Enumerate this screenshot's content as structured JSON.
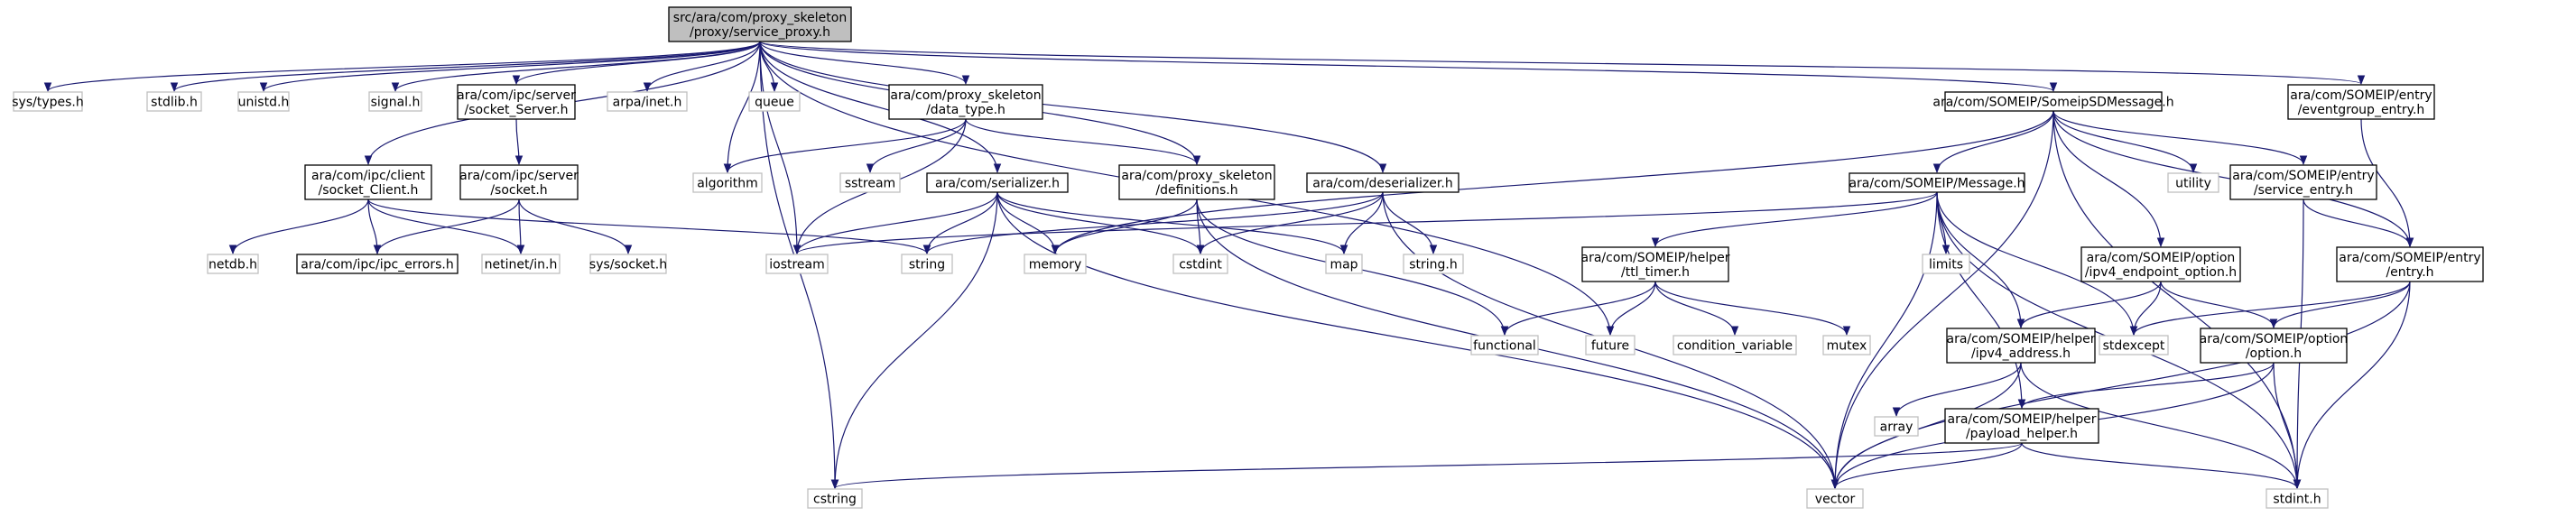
{
  "graph": {
    "colors": {
      "edge": "#191970",
      "root_fill": "#bfbfbf",
      "box_border": "#000000",
      "system_border": "#bfbfbf"
    },
    "nodes": [
      {
        "id": "root",
        "kind": "root",
        "lines": [
          "src/ara/com/proxy_skeleton",
          "/proxy/service_proxy.h"
        ]
      },
      {
        "id": "sys_types",
        "kind": "sys",
        "lines": [
          "sys/types.h"
        ]
      },
      {
        "id": "stdlib",
        "kind": "sys",
        "lines": [
          "stdlib.h"
        ]
      },
      {
        "id": "unistd",
        "kind": "sys",
        "lines": [
          "unistd.h"
        ]
      },
      {
        "id": "signal",
        "kind": "sys",
        "lines": [
          "signal.h"
        ]
      },
      {
        "id": "socket_server",
        "kind": "file",
        "lines": [
          "ara/com/ipc/server",
          "/socket_Server.h"
        ]
      },
      {
        "id": "arpa_inet",
        "kind": "sys",
        "lines": [
          "arpa/inet.h"
        ]
      },
      {
        "id": "queue",
        "kind": "sys",
        "lines": [
          "queue"
        ]
      },
      {
        "id": "data_type",
        "kind": "file",
        "lines": [
          "ara/com/proxy_skeleton",
          "/data_type.h"
        ]
      },
      {
        "id": "someip_sd",
        "kind": "file",
        "lines": [
          "ara/com/SOMEIP/SomeipSDMessage.h"
        ]
      },
      {
        "id": "eventgroup_entry",
        "kind": "file",
        "lines": [
          "ara/com/SOMEIP/entry",
          "/eventgroup_entry.h"
        ]
      },
      {
        "id": "socket_client",
        "kind": "file",
        "lines": [
          "ara/com/ipc/client",
          "/socket_Client.h"
        ]
      },
      {
        "id": "server_socket",
        "kind": "file",
        "lines": [
          "ara/com/ipc/server",
          "/socket.h"
        ]
      },
      {
        "id": "algorithm",
        "kind": "sys",
        "lines": [
          "algorithm"
        ]
      },
      {
        "id": "sstream",
        "kind": "sys",
        "lines": [
          "sstream"
        ]
      },
      {
        "id": "serializer",
        "kind": "file",
        "lines": [
          "ara/com/serializer.h"
        ]
      },
      {
        "id": "definitions",
        "kind": "file",
        "lines": [
          "ara/com/proxy_skeleton",
          "/definitions.h"
        ]
      },
      {
        "id": "deserializer",
        "kind": "file",
        "lines": [
          "ara/com/deserializer.h"
        ]
      },
      {
        "id": "message",
        "kind": "file",
        "lines": [
          "ara/com/SOMEIP/Message.h"
        ]
      },
      {
        "id": "utility",
        "kind": "sys",
        "lines": [
          "utility"
        ]
      },
      {
        "id": "service_entry",
        "kind": "file",
        "lines": [
          "ara/com/SOMEIP/entry",
          "/service_entry.h"
        ]
      },
      {
        "id": "netdb",
        "kind": "sys",
        "lines": [
          "netdb.h"
        ]
      },
      {
        "id": "ipc_errors",
        "kind": "file",
        "lines": [
          "ara/com/ipc/ipc_errors.h"
        ]
      },
      {
        "id": "netinet_in",
        "kind": "sys",
        "lines": [
          "netinet/in.h"
        ]
      },
      {
        "id": "sys_socket",
        "kind": "sys",
        "lines": [
          "sys/socket.h"
        ]
      },
      {
        "id": "iostream",
        "kind": "sys",
        "lines": [
          "iostream"
        ]
      },
      {
        "id": "string",
        "kind": "sys",
        "lines": [
          "string"
        ]
      },
      {
        "id": "memory",
        "kind": "sys",
        "lines": [
          "memory"
        ]
      },
      {
        "id": "cstdint",
        "kind": "sys",
        "lines": [
          "cstdint"
        ]
      },
      {
        "id": "map",
        "kind": "sys",
        "lines": [
          "map"
        ]
      },
      {
        "id": "string_h",
        "kind": "sys",
        "lines": [
          "string.h"
        ]
      },
      {
        "id": "ttl_timer",
        "kind": "file",
        "lines": [
          "ara/com/SOMEIP/helper",
          "/ttl_timer.h"
        ]
      },
      {
        "id": "limits",
        "kind": "sys",
        "lines": [
          "limits"
        ]
      },
      {
        "id": "ipv4_endpoint",
        "kind": "file",
        "lines": [
          "ara/com/SOMEIP/option",
          "/ipv4_endpoint_option.h"
        ]
      },
      {
        "id": "entry",
        "kind": "file",
        "lines": [
          "ara/com/SOMEIP/entry",
          "/entry.h"
        ]
      },
      {
        "id": "functional",
        "kind": "sys",
        "lines": [
          "functional"
        ]
      },
      {
        "id": "future",
        "kind": "sys",
        "lines": [
          "future"
        ]
      },
      {
        "id": "condition_variable",
        "kind": "sys",
        "lines": [
          "condition_variable"
        ]
      },
      {
        "id": "mutex",
        "kind": "sys",
        "lines": [
          "mutex"
        ]
      },
      {
        "id": "ipv4_address",
        "kind": "file",
        "lines": [
          "ara/com/SOMEIP/helper",
          "/ipv4_address.h"
        ]
      },
      {
        "id": "stdexcept",
        "kind": "sys",
        "lines": [
          "stdexcept"
        ]
      },
      {
        "id": "option",
        "kind": "file",
        "lines": [
          "ara/com/SOMEIP/option",
          "/option.h"
        ]
      },
      {
        "id": "array",
        "kind": "sys",
        "lines": [
          "array"
        ]
      },
      {
        "id": "payload_helper",
        "kind": "file",
        "lines": [
          "ara/com/SOMEIP/helper",
          "/payload_helper.h"
        ]
      },
      {
        "id": "cstring",
        "kind": "sys",
        "lines": [
          "cstring"
        ]
      },
      {
        "id": "vector",
        "kind": "sys",
        "lines": [
          "vector"
        ]
      },
      {
        "id": "stdint",
        "kind": "sys",
        "lines": [
          "stdint.h"
        ]
      }
    ],
    "edges": [
      [
        "root",
        "sys_types"
      ],
      [
        "root",
        "stdlib"
      ],
      [
        "root",
        "unistd"
      ],
      [
        "root",
        "signal"
      ],
      [
        "root",
        "socket_server"
      ],
      [
        "root",
        "arpa_inet"
      ],
      [
        "root",
        "queue"
      ],
      [
        "root",
        "data_type"
      ],
      [
        "root",
        "someip_sd"
      ],
      [
        "root",
        "eventgroup_entry"
      ],
      [
        "root",
        "socket_client"
      ],
      [
        "root",
        "algorithm"
      ],
      [
        "root",
        "serializer"
      ],
      [
        "root",
        "definitions"
      ],
      [
        "root",
        "deserializer"
      ],
      [
        "root",
        "iostream"
      ],
      [
        "root",
        "future"
      ],
      [
        "root",
        "cstring"
      ],
      [
        "socket_server",
        "server_socket"
      ],
      [
        "data_type",
        "algorithm"
      ],
      [
        "data_type",
        "sstream"
      ],
      [
        "data_type",
        "iostream"
      ],
      [
        "data_type",
        "definitions"
      ],
      [
        "someip_sd",
        "message"
      ],
      [
        "someip_sd",
        "utility"
      ],
      [
        "someip_sd",
        "service_entry"
      ],
      [
        "someip_sd",
        "ipv4_endpoint"
      ],
      [
        "someip_sd",
        "entry"
      ],
      [
        "someip_sd",
        "memory"
      ],
      [
        "someip_sd",
        "vector"
      ],
      [
        "someip_sd",
        "stdint"
      ],
      [
        "eventgroup_entry",
        "entry"
      ],
      [
        "socket_client",
        "netdb"
      ],
      [
        "socket_client",
        "ipc_errors"
      ],
      [
        "socket_client",
        "netinet_in"
      ],
      [
        "socket_client",
        "string"
      ],
      [
        "server_socket",
        "ipc_errors"
      ],
      [
        "server_socket",
        "netinet_in"
      ],
      [
        "server_socket",
        "sys_socket"
      ],
      [
        "serializer",
        "iostream"
      ],
      [
        "serializer",
        "string"
      ],
      [
        "serializer",
        "memory"
      ],
      [
        "serializer",
        "cstdint"
      ],
      [
        "serializer",
        "map"
      ],
      [
        "serializer",
        "cstring"
      ],
      [
        "serializer",
        "vector"
      ],
      [
        "definitions",
        "memory"
      ],
      [
        "definitions",
        "cstdint"
      ],
      [
        "definitions",
        "functional"
      ],
      [
        "definitions",
        "vector"
      ],
      [
        "deserializer",
        "string"
      ],
      [
        "deserializer",
        "cstdint"
      ],
      [
        "deserializer",
        "map"
      ],
      [
        "deserializer",
        "string_h"
      ],
      [
        "deserializer",
        "vector"
      ],
      [
        "message",
        "iostream"
      ],
      [
        "message",
        "ttl_timer"
      ],
      [
        "message",
        "limits"
      ],
      [
        "message",
        "ipv4_address"
      ],
      [
        "message",
        "payload_helper"
      ],
      [
        "message",
        "stdexcept"
      ],
      [
        "message",
        "vector"
      ],
      [
        "message",
        "stdint"
      ],
      [
        "ttl_timer",
        "functional"
      ],
      [
        "ttl_timer",
        "future"
      ],
      [
        "ttl_timer",
        "condition_variable"
      ],
      [
        "ttl_timer",
        "mutex"
      ],
      [
        "ipv4_endpoint",
        "ipv4_address"
      ],
      [
        "ipv4_endpoint",
        "option"
      ],
      [
        "ipv4_endpoint",
        "stdexcept"
      ],
      [
        "service_entry",
        "entry"
      ],
      [
        "service_entry",
        "stdint"
      ],
      [
        "entry",
        "stdexcept"
      ],
      [
        "entry",
        "option"
      ],
      [
        "entry",
        "vector"
      ],
      [
        "entry",
        "stdint"
      ],
      [
        "ipv4_address",
        "array"
      ],
      [
        "ipv4_address",
        "vector"
      ],
      [
        "ipv4_address",
        "stdint"
      ],
      [
        "option",
        "payload_helper"
      ],
      [
        "option",
        "vector"
      ],
      [
        "option",
        "stdint"
      ],
      [
        "payload_helper",
        "cstring"
      ],
      [
        "payload_helper",
        "vector"
      ],
      [
        "payload_helper",
        "stdint"
      ]
    ]
  }
}
